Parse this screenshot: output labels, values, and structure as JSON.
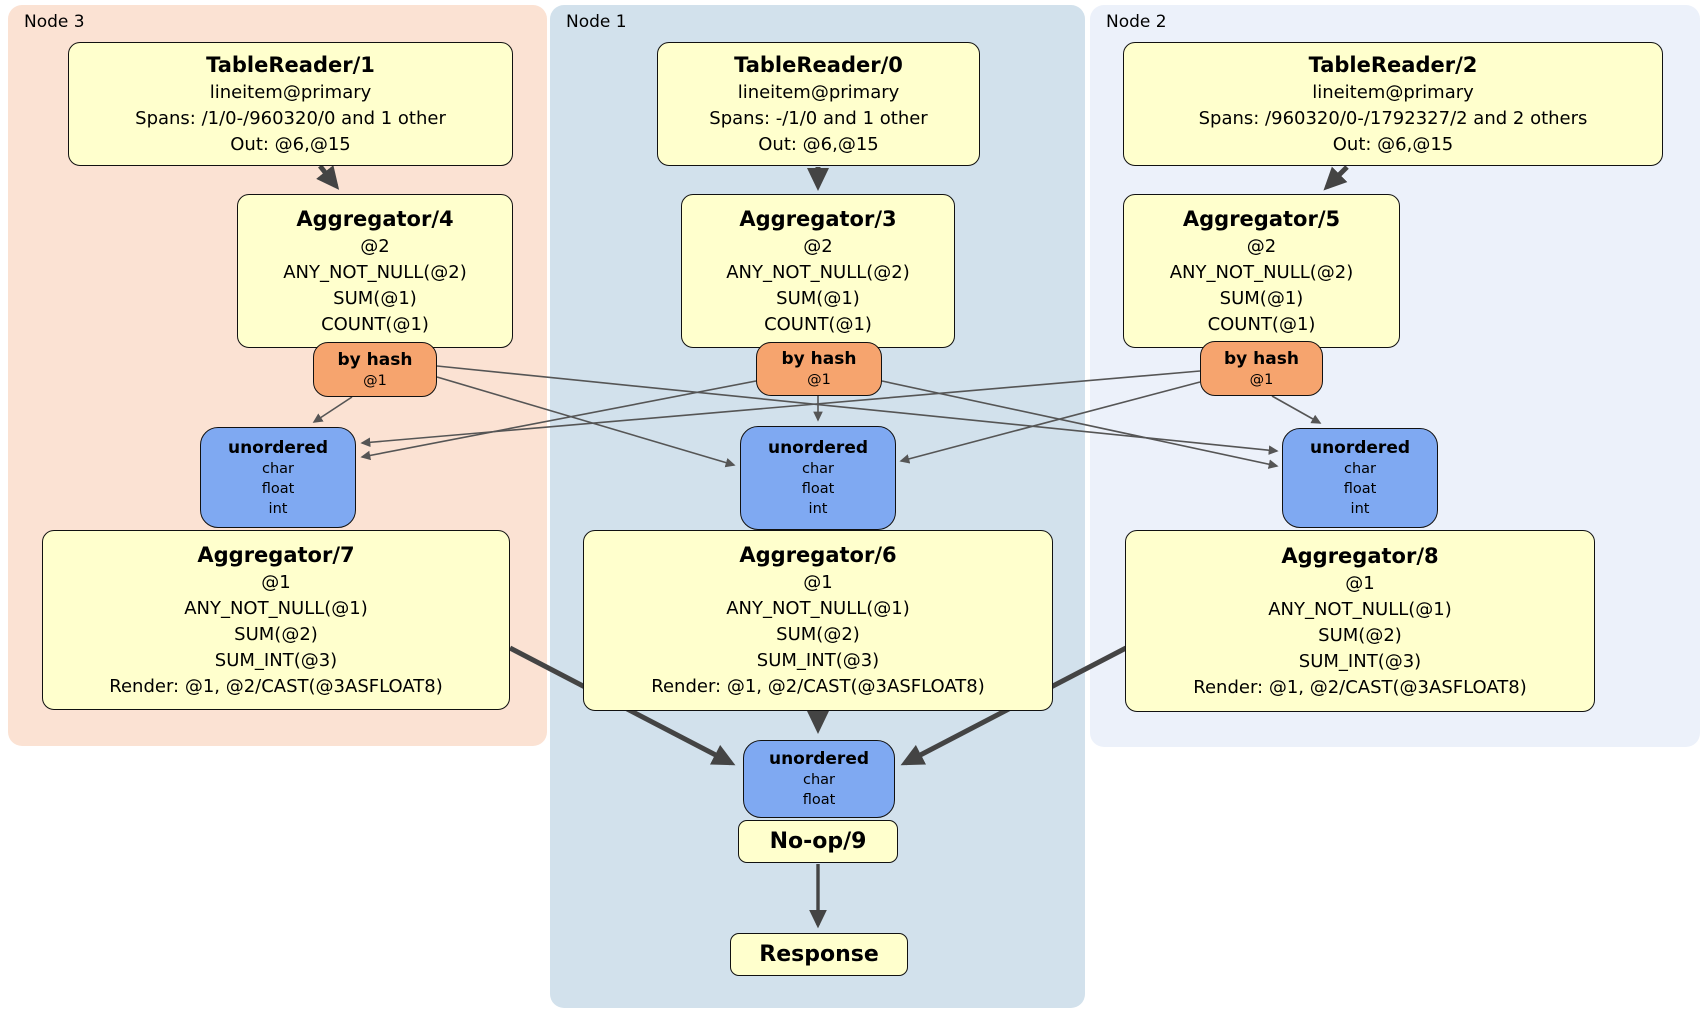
{
  "regions": {
    "node3": {
      "label": "Node 3"
    },
    "node1": {
      "label": "Node 1"
    },
    "node2": {
      "label": "Node 2"
    }
  },
  "boxes": {
    "tr1": {
      "title": "TableReader/1",
      "lines": [
        "lineitem@primary",
        "Spans: /1/0-/960320/0 and 1 other",
        "Out: @6,@15"
      ]
    },
    "tr0": {
      "title": "TableReader/0",
      "lines": [
        "lineitem@primary",
        "Spans: -/1/0 and 1 other",
        "Out: @6,@15"
      ]
    },
    "tr2": {
      "title": "TableReader/2",
      "lines": [
        "lineitem@primary",
        "Spans: /960320/0-/1792327/2 and 2 others",
        "Out: @6,@15"
      ]
    },
    "agg4": {
      "title": "Aggregator/4",
      "lines": [
        "@2",
        "ANY_NOT_NULL(@2)",
        "SUM(@1)",
        "COUNT(@1)"
      ]
    },
    "agg3": {
      "title": "Aggregator/3",
      "lines": [
        "@2",
        "ANY_NOT_NULL(@2)",
        "SUM(@1)",
        "COUNT(@1)"
      ]
    },
    "agg5": {
      "title": "Aggregator/5",
      "lines": [
        "@2",
        "ANY_NOT_NULL(@2)",
        "SUM(@1)",
        "COUNT(@1)"
      ]
    },
    "agg7": {
      "title": "Aggregator/7",
      "lines": [
        "@1",
        "ANY_NOT_NULL(@1)",
        "SUM(@2)",
        "SUM_INT(@3)",
        "Render: @1, @2/CAST(@3ASFLOAT8)"
      ]
    },
    "agg6": {
      "title": "Aggregator/6",
      "lines": [
        "@1",
        "ANY_NOT_NULL(@1)",
        "SUM(@2)",
        "SUM_INT(@3)",
        "Render: @1, @2/CAST(@3ASFLOAT8)"
      ]
    },
    "agg8": {
      "title": "Aggregator/8",
      "lines": [
        "@1",
        "ANY_NOT_NULL(@1)",
        "SUM(@2)",
        "SUM_INT(@3)",
        "Render: @1, @2/CAST(@3ASFLOAT8)"
      ]
    },
    "byhash3": {
      "title": "by hash",
      "lines": [
        "@1"
      ]
    },
    "byhash1": {
      "title": "by hash",
      "lines": [
        "@1"
      ]
    },
    "byhash2": {
      "title": "by hash",
      "lines": [
        "@1"
      ]
    },
    "unord3": {
      "title": "unordered",
      "lines": [
        "char",
        "float",
        "int"
      ]
    },
    "unord1": {
      "title": "unordered",
      "lines": [
        "char",
        "float",
        "int"
      ]
    },
    "unord2": {
      "title": "unordered",
      "lines": [
        "char",
        "float",
        "int"
      ]
    },
    "unordFinal": {
      "title": "unordered",
      "lines": [
        "char",
        "float"
      ]
    },
    "noop": {
      "title": "No-op/9"
    },
    "response": {
      "title": "Response"
    }
  },
  "edges": {
    "thick": [
      {
        "from": "TableReader/1",
        "to": "Aggregator/4"
      },
      {
        "from": "TableReader/0",
        "to": "Aggregator/3"
      },
      {
        "from": "TableReader/2",
        "to": "Aggregator/5"
      },
      {
        "from": "Aggregator/7",
        "to": "unordered (final)"
      },
      {
        "from": "Aggregator/6",
        "to": "unordered (final)"
      },
      {
        "from": "Aggregator/8",
        "to": "unordered (final)"
      },
      {
        "from": "No-op/9",
        "to": "Response"
      }
    ],
    "hash_routing": [
      {
        "from": "by hash (Node 3)",
        "to": [
          "unordered (Node 3)",
          "unordered (Node 1)",
          "unordered (Node 2)"
        ]
      },
      {
        "from": "by hash (Node 1)",
        "to": [
          "unordered (Node 3)",
          "unordered (Node 1)",
          "unordered (Node 2)"
        ]
      },
      {
        "from": "by hash (Node 2)",
        "to": [
          "unordered (Node 3)",
          "unordered (Node 1)",
          "unordered (Node 2)"
        ]
      }
    ]
  },
  "colors": {
    "node3_bg": "#fbe2d3",
    "node1_bg": "#d2e1ec",
    "node2_bg": "#ecf1fa",
    "process_fill": "#ffffcd",
    "router_fill": "#f6a46e",
    "sync_fill": "#7fa9f2",
    "box_border": "#111111",
    "edge_thin": "#555555",
    "edge_thick": "#444444"
  }
}
